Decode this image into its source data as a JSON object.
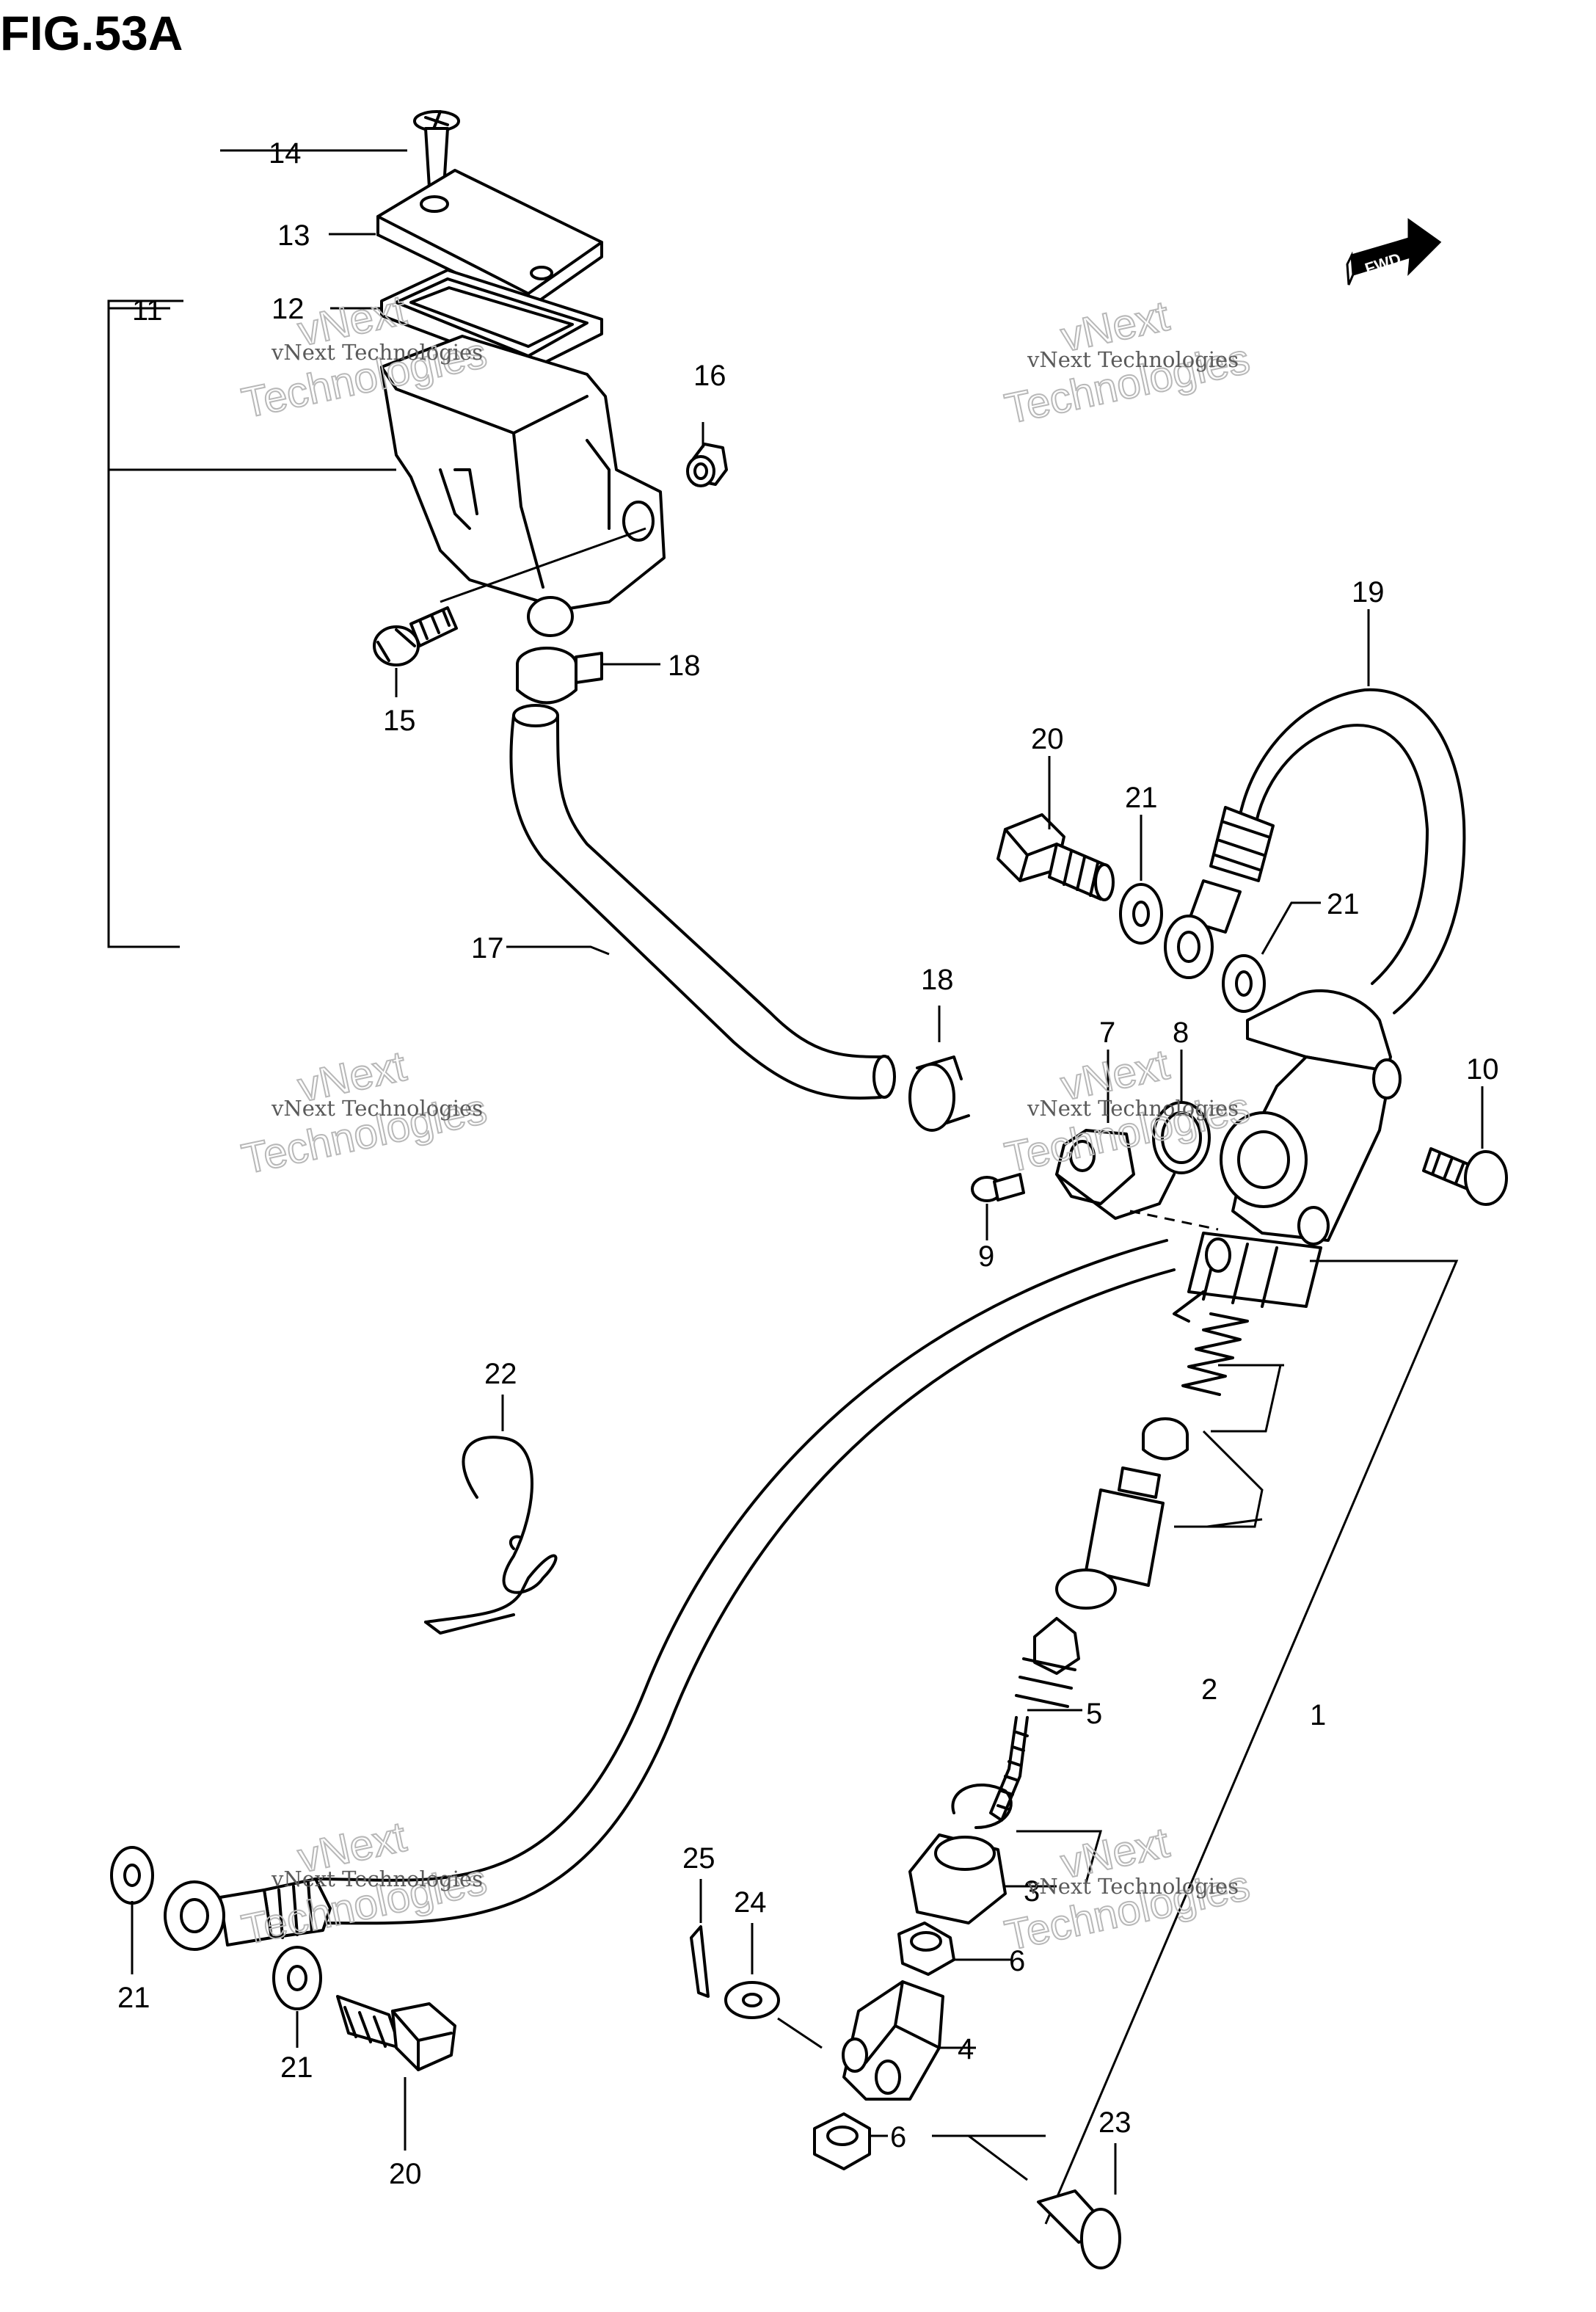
{
  "figure": {
    "title": "FIG.53A",
    "fwd_label": "FWD"
  },
  "watermark": {
    "line1": "vNext Technologies",
    "line2": "vNext",
    "line3": "Technologies"
  },
  "callouts": {
    "c1": "1",
    "c2": "2",
    "c3": "3",
    "c4": "4",
    "c5": "5",
    "c6a": "6",
    "c6b": "6",
    "c7": "7",
    "c8": "8",
    "c9": "9",
    "c10": "10",
    "c11": "11",
    "c12": "12",
    "c13": "13",
    "c14": "14",
    "c15": "15",
    "c16": "16",
    "c17": "17",
    "c18a": "18",
    "c18b": "18",
    "c19": "19",
    "c20a": "20",
    "c20b": "20",
    "c21a": "21",
    "c21b": "21",
    "c21c": "21",
    "c21d": "21",
    "c22": "22",
    "c23": "23",
    "c24": "24",
    "c25": "25"
  },
  "colors": {
    "ink": "#000000",
    "paper": "#ffffff",
    "watermark": "#b8b8b8"
  }
}
